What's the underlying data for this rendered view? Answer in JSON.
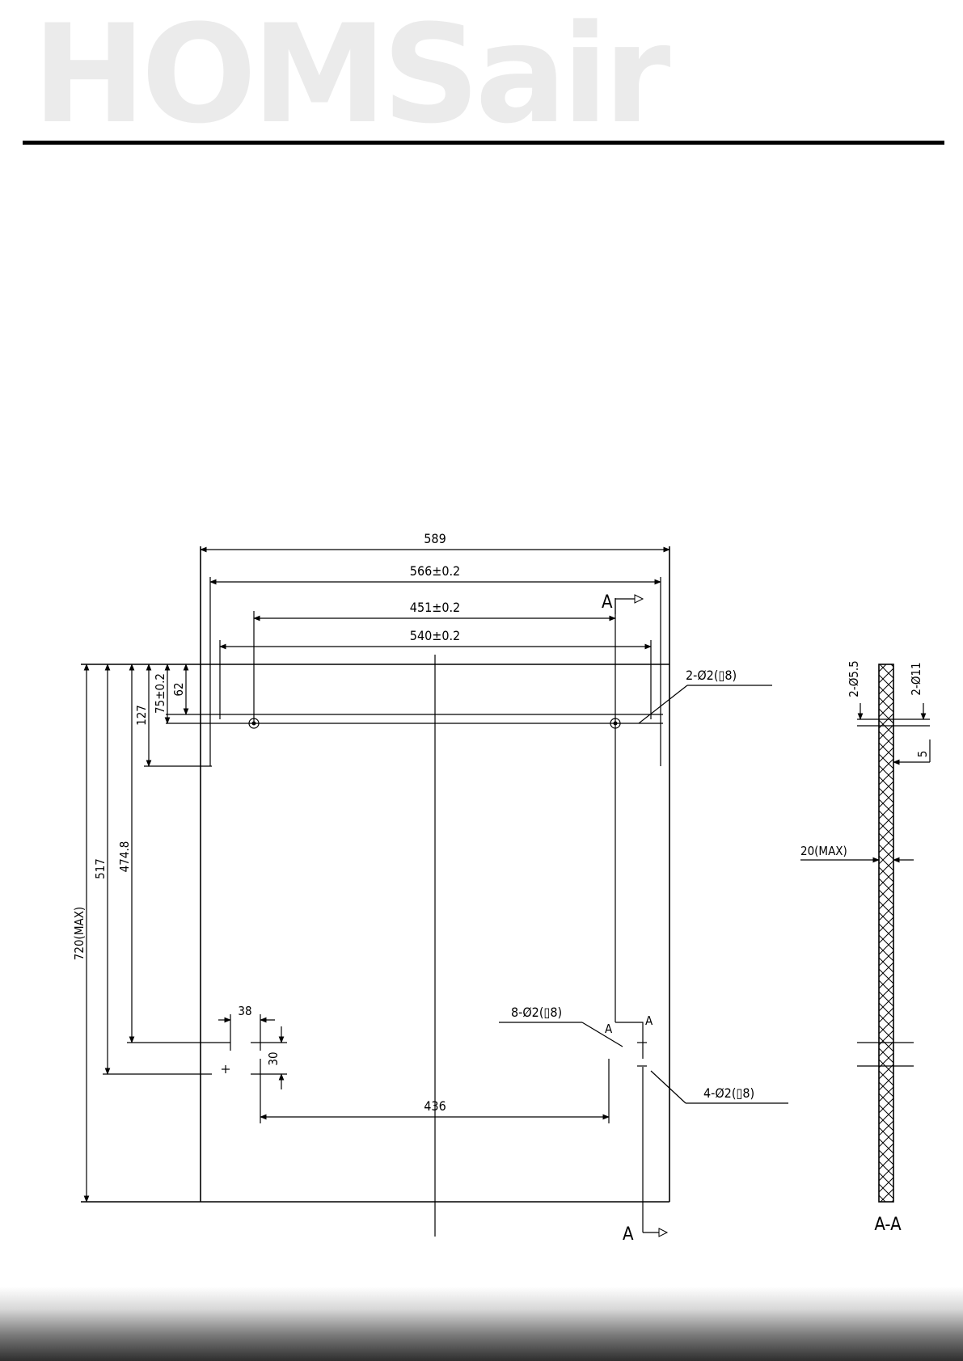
{
  "brand": {
    "logo_text": "HOMSair",
    "logo_color": "#ebebeb",
    "rule_color": "#000000"
  },
  "drawing": {
    "dims": {
      "d589": "589",
      "d566": "566±0.2",
      "d451": "451±0.2",
      "d540": "540±0.2",
      "d62": "62",
      "d75": "75±0.2",
      "d127": "127",
      "d474": "474.8",
      "d517": "517",
      "d720": "720(MAX)",
      "d38": "38",
      "d30": "30",
      "d436": "436"
    },
    "callouts": {
      "top_holes": "2-Ø2(▯8)",
      "holes8": "8-Ø2(▯8)",
      "holes4": "4-Ø2(▯8)"
    },
    "section": {
      "mark_top": "A",
      "mark_bottom": "A",
      "mark_mid": "A",
      "mark_mid2": "A",
      "d55": "2-Ø5.5",
      "d11": "2-Ø11",
      "d5": "5",
      "d20": "20(MAX)",
      "label": "A-A"
    }
  }
}
